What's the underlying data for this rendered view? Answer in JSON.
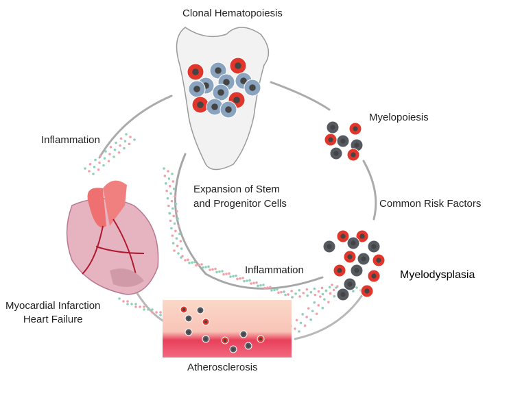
{
  "labels": {
    "clonal": "Clonal Hematopoiesis",
    "myelopoiesis": "Myelopoiesis",
    "inflammation_left": "Inflammation",
    "expansion_line1": "Expansion of Stem",
    "expansion_line2": "and Progenitor Cells",
    "risk": "Common Risk Factors",
    "inflammation_center": "Inflammation",
    "myelodysplasia": "Myelodysplasia",
    "mi_line1": "Myocardial Infarction",
    "mi_line2": "Heart Failure",
    "atherosclerosis": "Atherosclerosis"
  },
  "colors": {
    "red": "#e0362c",
    "blue": "#8aa4c0",
    "grey": "#555a60",
    "pink": "#f0a0a8",
    "dot_green": "#8fd0b8",
    "dot_pink": "#f2a0a8"
  }
}
